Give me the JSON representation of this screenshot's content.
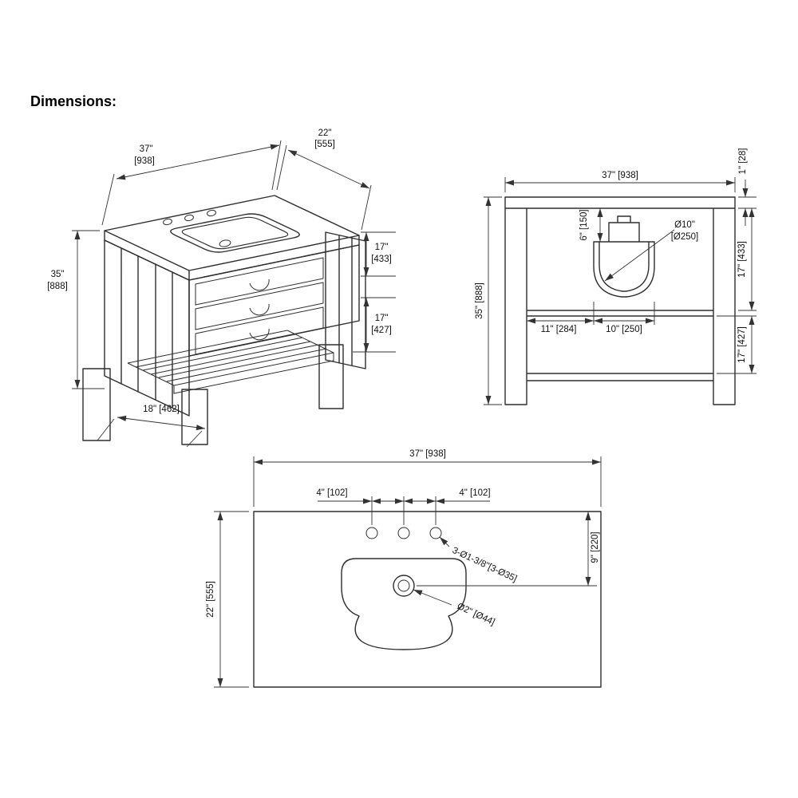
{
  "title": "Dimensions:",
  "iso": {
    "w_in": "37\"",
    "w_mm": "[938]",
    "d_in": "22\"",
    "d_mm": "[555]",
    "h_in": "35\"",
    "h_mm": "[888]",
    "u_in": "17\"",
    "u_mm": "[433]",
    "l_in": "17\"",
    "l_mm": "[427]",
    "shelf": "18\" [462]"
  },
  "front": {
    "width": "37\" [938]",
    "thick": "1\" [28]",
    "faucet": "6\" [150]",
    "bowl_in": "Ø10\"",
    "bowl_mm": "[Ø250]",
    "upper": "17\" [433]",
    "total": "35\" [888]",
    "offset": "11\" [284]",
    "bowl_w": "10\" [250]",
    "lower": "17\" [427]"
  },
  "top": {
    "width": "37\" [938]",
    "left4": "4\" [102]",
    "right4": "4\" [102]",
    "note": "3-Ø1-3/8\"[3-Ø35]",
    "back9": "9\" [220]",
    "depth": "22\" [555]",
    "drain": "Ø2\" [Ø44]"
  }
}
